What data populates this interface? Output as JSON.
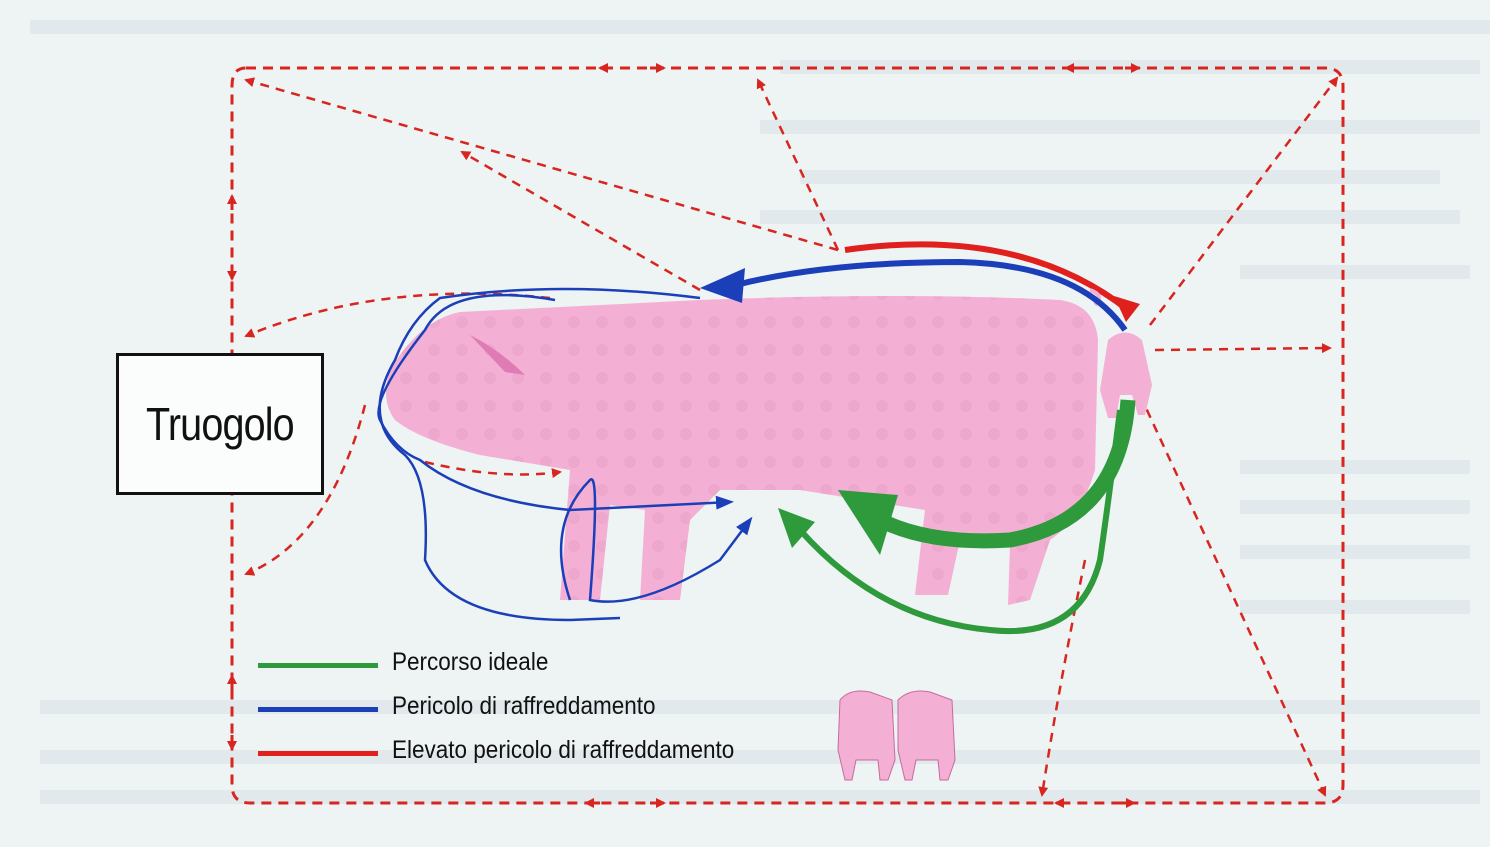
{
  "colors": {
    "ideal": "#2e9a3c",
    "cooling_risk": "#1b3fb8",
    "high_cooling_risk": "#e0201c",
    "airflow_dashed": "#d8251f",
    "pig_pink": "#f4b0d4",
    "box_border": "#111111"
  },
  "trough": {
    "label": "Truogolo"
  },
  "legend": {
    "items": [
      {
        "label": "Percorso ideale",
        "color": "#2e9a3c"
      },
      {
        "label": "Pericolo di raffreddamento",
        "color": "#1b3fb8"
      },
      {
        "label": "Elevato pericolo di raffreddamento",
        "color": "#e0201c"
      }
    ]
  },
  "icons": {
    "main_animal": "pig-side-icon",
    "piglets": "piglets-rear-icon"
  }
}
